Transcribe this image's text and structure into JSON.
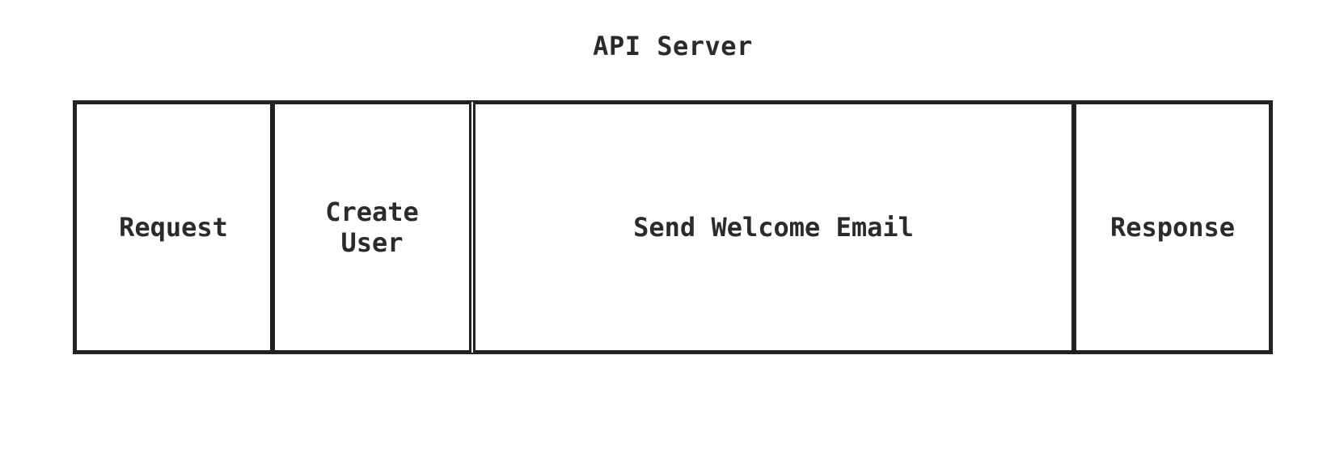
{
  "title": "API Server",
  "diagram": {
    "type": "trace-spans",
    "root_label": "API Server",
    "spans": [
      {
        "label": "Request"
      },
      {
        "label": "Create User"
      },
      {
        "label": "Send Welcome Email"
      },
      {
        "label": "Response"
      }
    ]
  },
  "colors": {
    "border": "#212121",
    "text": "#2b2b2b",
    "background": "#ffffff"
  }
}
